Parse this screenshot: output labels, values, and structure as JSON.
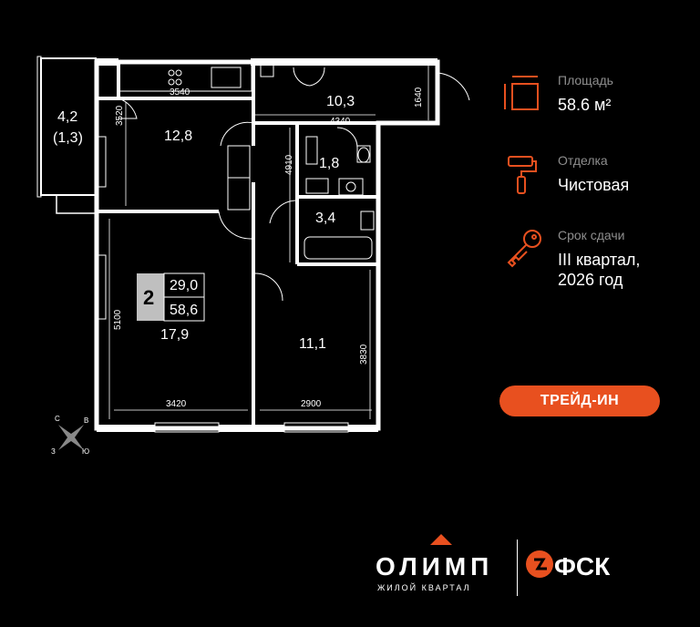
{
  "rooms": {
    "balcony_area": "4,2",
    "balcony_area_reduced": "(1,3)",
    "kitchen_area": "12,8",
    "hall_area": "10,3",
    "wc_area": "1,8",
    "bath_area": "3,4",
    "living_area": "17,9",
    "bedroom_area": "11,1"
  },
  "dimensions": {
    "kitchen_width": "3540",
    "kitchen_depth": "3520",
    "hall_width": "4340",
    "hall_depth": "1640",
    "wc_depth": "4910",
    "living_depth": "5100",
    "living_width": "3420",
    "bedroom_width": "2900",
    "bedroom_depth": "3830"
  },
  "badge": {
    "rooms_count": "2",
    "living_sq": "29,0",
    "total_sq": "58,6"
  },
  "compass": {
    "n": "С",
    "e": "В",
    "s": "Ю",
    "w": "З"
  },
  "info": {
    "area_label": "Площадь",
    "area_value": "58.6 м²",
    "finish_label": "Отделка",
    "finish_value": "Чистовая",
    "deadline_label": "Срок сдачи",
    "deadline_value": "III квартал,\n2026 год"
  },
  "trade_in_label": "ТРЕЙД-ИН",
  "brand": {
    "name": "ОЛИМП",
    "subtitle": "ЖИЛОЙ КВАРТАЛ",
    "developer": "ФСК"
  },
  "colors": {
    "background": "#000000",
    "accent": "#e8501f",
    "text": "#ffffff",
    "muted": "#8e8e8e",
    "badge_bg": "#bfbfbf"
  }
}
